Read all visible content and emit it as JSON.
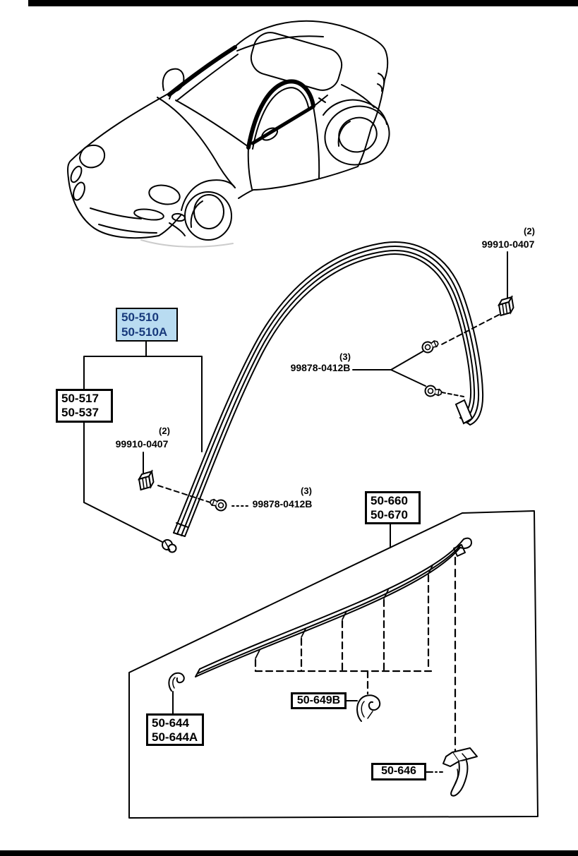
{
  "colors": {
    "highlight_bg": "#b9dcf1",
    "highlight_text": "#17397b",
    "line": "#000000",
    "page_bg": "#ffffff"
  },
  "callouts": {
    "main": {
      "line1": "50-510",
      "line2": "50-510A"
    },
    "pillar": {
      "line1": "50-517",
      "line2": "50-537"
    },
    "belt": {
      "line1": "50-660",
      "line2": "50-670"
    },
    "clip644": {
      "line1": "50-644",
      "line2": "50-644A"
    },
    "clip649b": {
      "label": "50-649B"
    },
    "clip646": {
      "label": "50-646"
    },
    "fastener_right_clip": {
      "qty": "(2)",
      "part": "99910-0407"
    },
    "fastener_right_screw": {
      "qty": "(3)",
      "part": "99878-0412B"
    },
    "fastener_left_clip": {
      "qty": "(2)",
      "part": "99910-0407"
    },
    "fastener_left_screw": {
      "qty": "(3)",
      "part": "99878-0412B"
    }
  }
}
